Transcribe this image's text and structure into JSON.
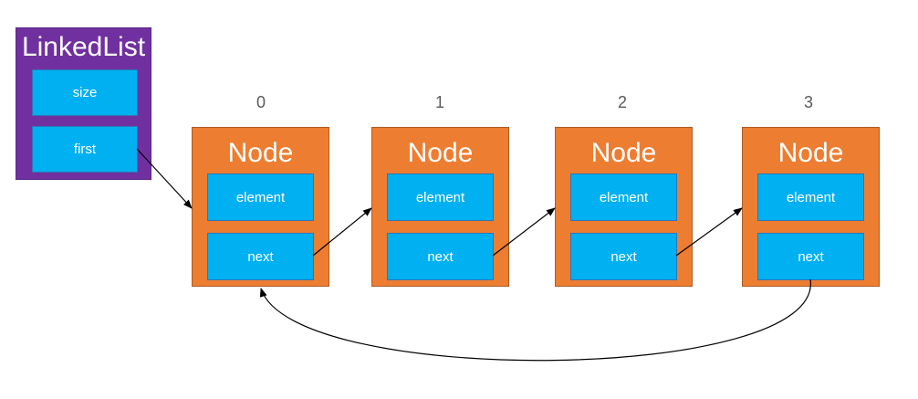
{
  "linked_list": {
    "title": "LinkedList",
    "fields": {
      "size": "size",
      "first": "first"
    }
  },
  "nodes": [
    {
      "index": "0",
      "title": "Node",
      "element": "element",
      "next": "next"
    },
    {
      "index": "1",
      "title": "Node",
      "element": "element",
      "next": "next"
    },
    {
      "index": "2",
      "title": "Node",
      "element": "element",
      "next": "next"
    },
    {
      "index": "3",
      "title": "Node",
      "element": "element",
      "next": "next"
    }
  ],
  "colors": {
    "linked_list_fill": "#7030a0",
    "node_fill": "#ed7d31",
    "field_fill": "#00b0f0",
    "arrow": "#000000",
    "index_text": "#595959"
  }
}
